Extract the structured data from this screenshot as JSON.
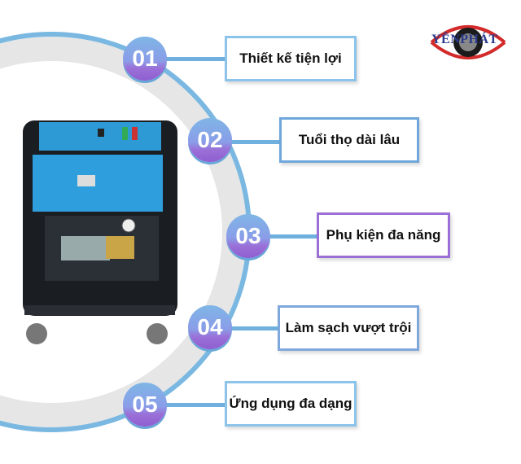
{
  "logo": {
    "text": "YÊNPHÁT"
  },
  "features": [
    {
      "number": "01",
      "label": "Thiết kế tiện lợi",
      "border": "#8cc3ea"
    },
    {
      "number": "02",
      "label": "Tuổi thọ dài lâu",
      "border": "#6fa6dc"
    },
    {
      "number": "03",
      "label": "Phụ kiện đa năng",
      "border": "#9a6fd6"
    },
    {
      "number": "04",
      "label": "Làm sạch vượt trội",
      "border": "#7fa8dc"
    },
    {
      "number": "05",
      "label": "Ứng dụng đa dạng",
      "border": "#8cc3ea"
    }
  ]
}
